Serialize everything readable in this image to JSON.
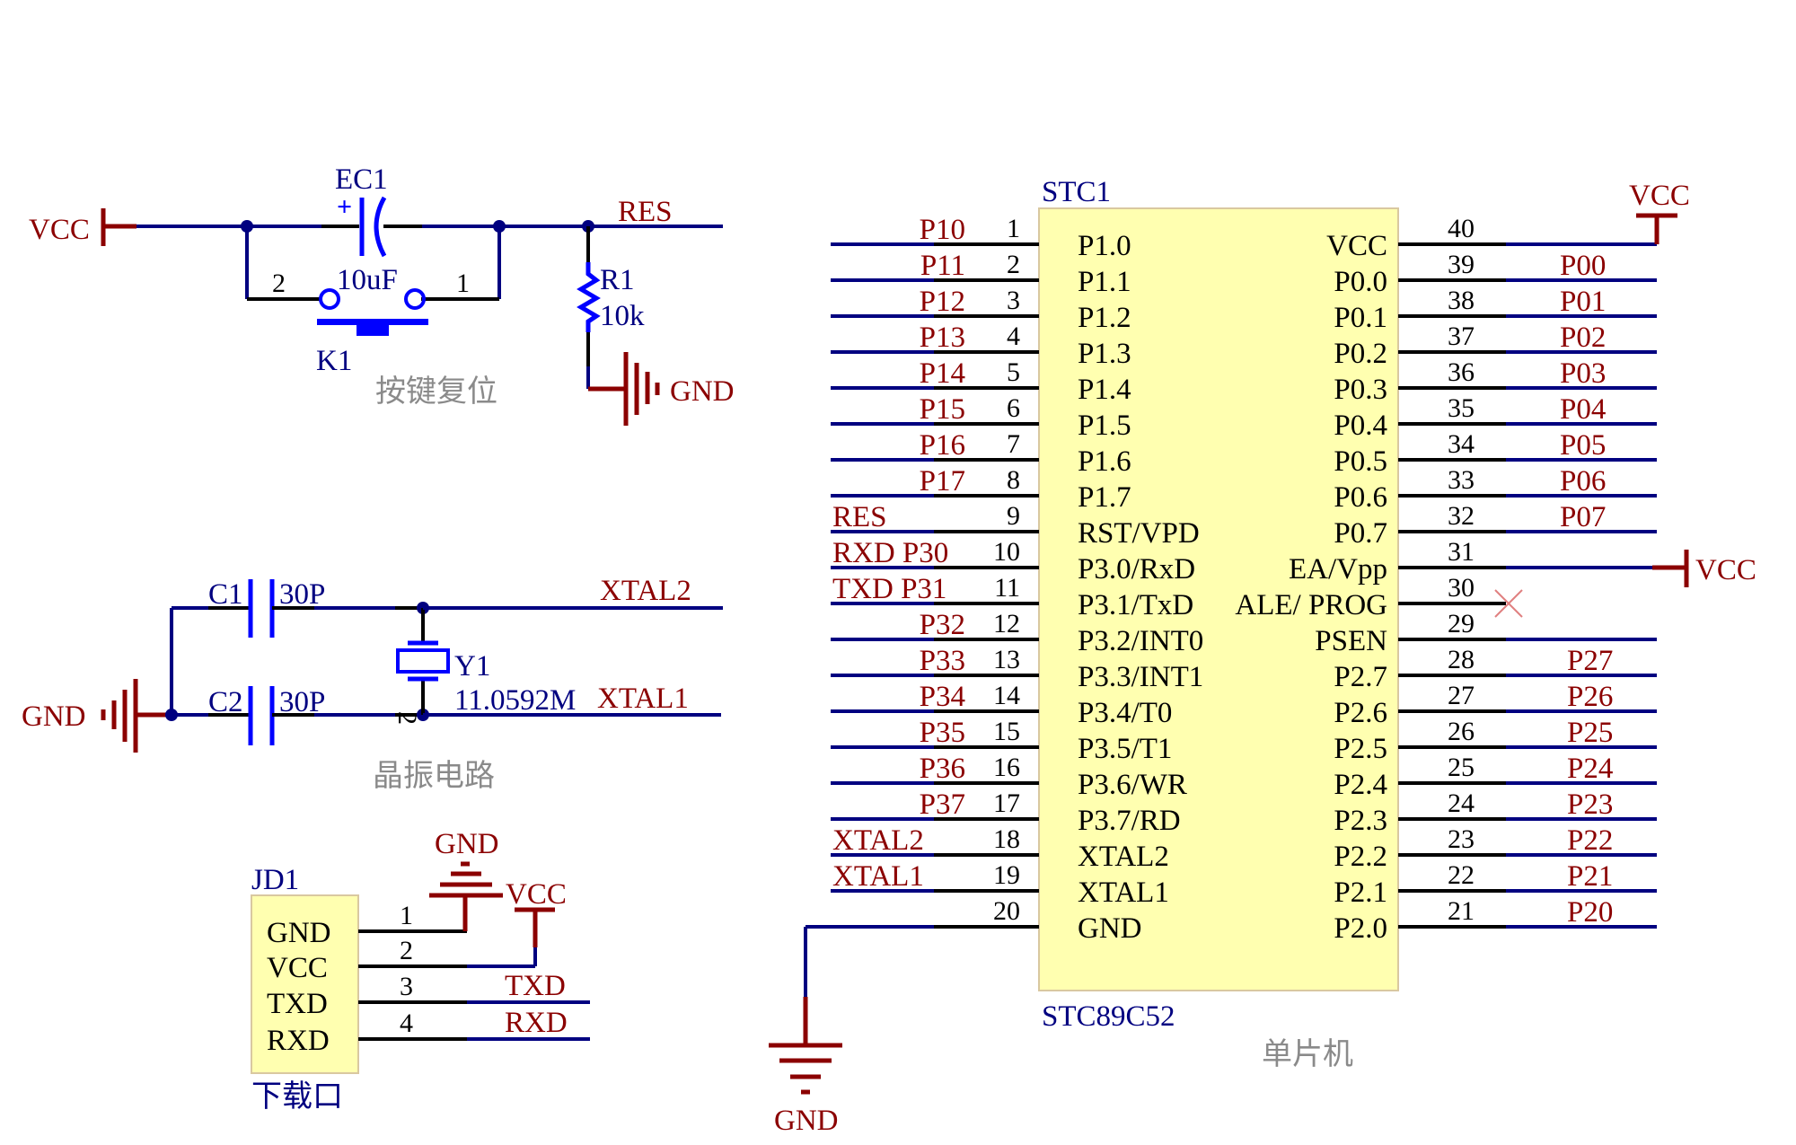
{
  "colors": {
    "wire": "#000080",
    "net_label": "#8b0000",
    "component": "#0000ff",
    "pin": "#000000",
    "chip_fill": "#ffffb0",
    "caption": "#8a8a8a",
    "no_connect": "#e08080"
  },
  "reset_circuit": {
    "caption": "按键复位",
    "vcc_label": "VCC",
    "res_label": "RES",
    "gnd_label": "GND",
    "capacitor": {
      "ref": "EC1",
      "value": "10uF",
      "polarity": "+"
    },
    "switch": {
      "ref": "K1",
      "pin_left": "2",
      "pin_right": "1"
    },
    "resistor": {
      "ref": "R1",
      "value": "10k"
    }
  },
  "crystal_circuit": {
    "caption": "晶振电路",
    "gnd_label": "GND",
    "c1": {
      "ref": "C1",
      "value": "30P"
    },
    "c2": {
      "ref": "C2",
      "value": "30P"
    },
    "crystal": {
      "ref": "Y1",
      "value": "11.0592M",
      "pin_mark": "2"
    },
    "xtal2_label": "XTAL2",
    "xtal1_label": "XTAL1"
  },
  "download_port": {
    "ref": "JD1",
    "caption": "下载口",
    "pins": [
      {
        "num": "1",
        "name": "GND",
        "net": ""
      },
      {
        "num": "2",
        "name": "VCC",
        "net": ""
      },
      {
        "num": "3",
        "name": "TXD",
        "net": "TXD"
      },
      {
        "num": "4",
        "name": "RXD",
        "net": "RXD"
      }
    ],
    "gnd_label": "GND",
    "vcc_label": "VCC"
  },
  "mcu": {
    "ref": "STC1",
    "part": "STC89C52",
    "caption": "单片机",
    "gnd_label": "GND",
    "vcc_top_label": "VCC",
    "vcc_ea_label": "VCC",
    "left_pins": [
      {
        "num": "1",
        "name": "P1.0",
        "net": "P10"
      },
      {
        "num": "2",
        "name": "P1.1",
        "net": "P11"
      },
      {
        "num": "3",
        "name": "P1.2",
        "net": "P12"
      },
      {
        "num": "4",
        "name": "P1.3",
        "net": "P13"
      },
      {
        "num": "5",
        "name": "P1.4",
        "net": "P14"
      },
      {
        "num": "6",
        "name": "P1.5",
        "net": "P15"
      },
      {
        "num": "7",
        "name": "P1.6",
        "net": "P16"
      },
      {
        "num": "8",
        "name": "P1.7",
        "net": "P17"
      },
      {
        "num": "9",
        "name": "RST/VPD",
        "net": "RES"
      },
      {
        "num": "10",
        "name": "P3.0/RxD",
        "net": "RXD P30"
      },
      {
        "num": "11",
        "name": "P3.1/TxD",
        "net": "TXD P31"
      },
      {
        "num": "12",
        "name": "P3.2/INT0",
        "net": "P32"
      },
      {
        "num": "13",
        "name": "P3.3/INT1",
        "net": "P33"
      },
      {
        "num": "14",
        "name": "P3.4/T0",
        "net": "P34"
      },
      {
        "num": "15",
        "name": "P3.5/T1",
        "net": "P35"
      },
      {
        "num": "16",
        "name": "P3.6/WR",
        "net": "P36"
      },
      {
        "num": "17",
        "name": "P3.7/RD",
        "net": "P37"
      },
      {
        "num": "18",
        "name": "XTAL2",
        "net": "XTAL2"
      },
      {
        "num": "19",
        "name": "XTAL1",
        "net": "XTAL1"
      },
      {
        "num": "20",
        "name": "GND",
        "net": ""
      }
    ],
    "right_pins": [
      {
        "num": "40",
        "name": "VCC",
        "net": ""
      },
      {
        "num": "39",
        "name": "P0.0",
        "net": "P00"
      },
      {
        "num": "38",
        "name": "P0.1",
        "net": "P01"
      },
      {
        "num": "37",
        "name": "P0.2",
        "net": "P02"
      },
      {
        "num": "36",
        "name": "P0.3",
        "net": "P03"
      },
      {
        "num": "35",
        "name": "P0.4",
        "net": "P04"
      },
      {
        "num": "34",
        "name": "P0.5",
        "net": "P05"
      },
      {
        "num": "33",
        "name": "P0.6",
        "net": "P06"
      },
      {
        "num": "32",
        "name": "P0.7",
        "net": "P07"
      },
      {
        "num": "31",
        "name": "EA/Vpp",
        "net": ""
      },
      {
        "num": "30",
        "name": "ALE/ PROG",
        "net": ""
      },
      {
        "num": "29",
        "name": "PSEN",
        "net": ""
      },
      {
        "num": "28",
        "name": "P2.7",
        "net": "P27"
      },
      {
        "num": "27",
        "name": "P2.6",
        "net": "P26"
      },
      {
        "num": "26",
        "name": "P2.5",
        "net": "P25"
      },
      {
        "num": "25",
        "name": "P2.4",
        "net": "P24"
      },
      {
        "num": "24",
        "name": "P2.3",
        "net": "P23"
      },
      {
        "num": "23",
        "name": "P2.2",
        "net": "P22"
      },
      {
        "num": "22",
        "name": "P2.1",
        "net": "P21"
      },
      {
        "num": "21",
        "name": "P2.0",
        "net": "P20"
      }
    ]
  }
}
